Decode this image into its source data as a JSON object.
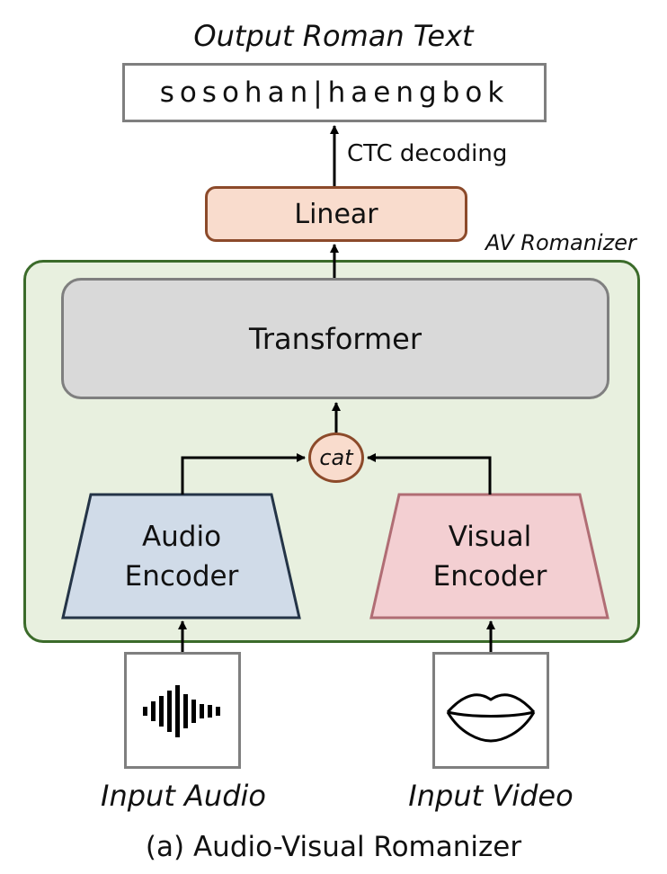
{
  "figure": {
    "output_title": "Output Roman Text",
    "output_text": "sosohan|haengbok",
    "ctc_label": "CTC decoding",
    "linear_label": "Linear",
    "romanizer_label": "AV Romanizer",
    "transformer_label": "Transformer",
    "cat_label": "cat",
    "audio_encoder_line1": "Audio",
    "audio_encoder_line2": "Encoder",
    "visual_encoder_line1": "Visual",
    "visual_encoder_line2": "Encoder",
    "input_audio_label": "Input Audio",
    "input_video_label": "Input Video",
    "caption": "(a) Audio-Visual Romanizer"
  },
  "colors": {
    "orange_fill": "#f9dccd",
    "orange_stroke": "#8c4a2a",
    "green_fill": "#e8f0df",
    "green_stroke": "#3b6b2a",
    "grey_fill": "#d9d9d9",
    "blue_fill": "#d0dbe8",
    "blue_stroke": "#243447",
    "pink_fill": "#f3cfd2",
    "pink_stroke": "#b06d74"
  },
  "icons": {
    "audio": "sound-wave-icon",
    "video": "lips-icon"
  }
}
